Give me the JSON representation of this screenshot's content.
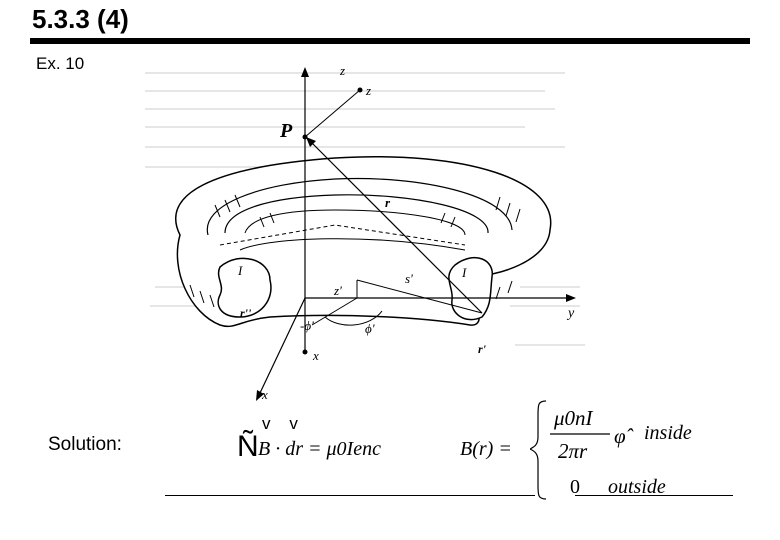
{
  "slide": {
    "title": "5.3.3 (4)",
    "example_label": "Ex. 10",
    "solution_label": "Solution:"
  },
  "figure": {
    "point_label": "P",
    "axis_labels": {
      "z_axis": "z",
      "z_point": "z",
      "x_axis": "x",
      "x_point": "x",
      "y_axis": "y"
    },
    "current_left": "I",
    "current_right": "I",
    "r_label": "r",
    "r_double_prime": "r''",
    "r_prime": "r'",
    "s_prime": "s'",
    "z_prime": "z'",
    "phi_prime_left": "-ϕ'",
    "phi_prime_right": "ϕ'"
  },
  "equations": {
    "ampere_integral_sign": "Ñ",
    "ampere_vec_marks": "v    v",
    "ampere_law": "B · dr = μ0Ienc",
    "field_lhs": "B(r) =",
    "case_inside_numerator": "μ0nI",
    "case_inside_denominator": "2πr",
    "case_inside_unit": "φ̂",
    "case_inside_label": "inside",
    "case_outside_value": "0",
    "case_outside_label": "outside"
  }
}
